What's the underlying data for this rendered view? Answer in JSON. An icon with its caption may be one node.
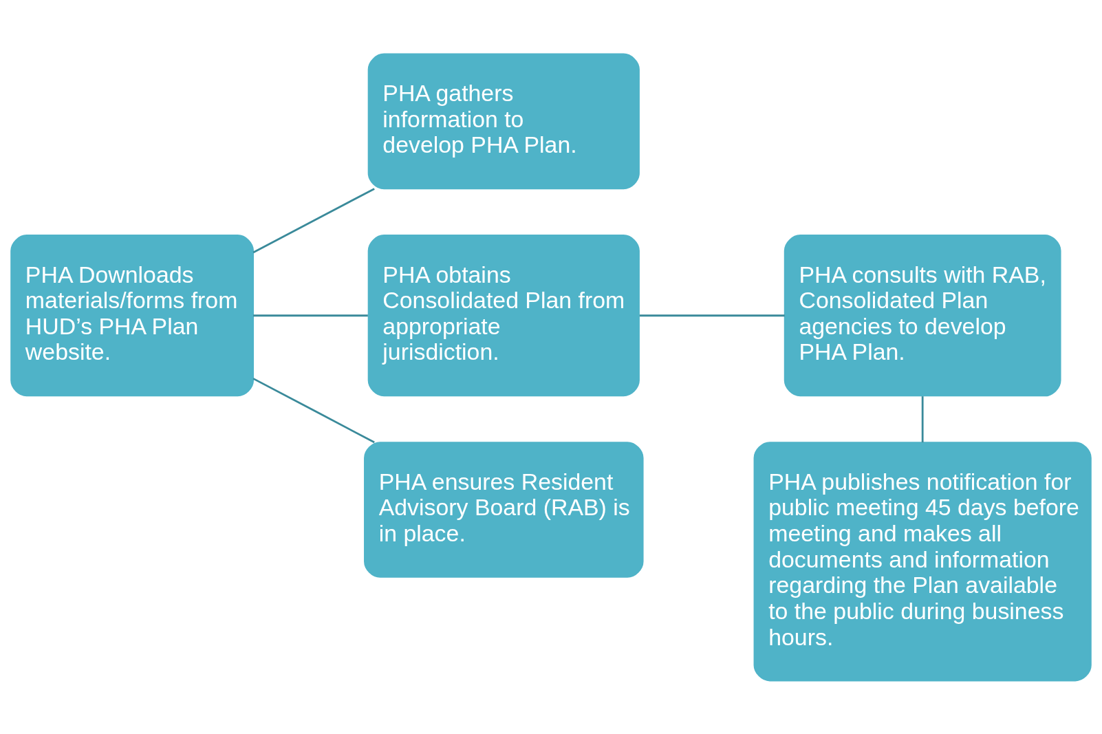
{
  "diagram": {
    "nodes": [
      {
        "text": [
          "PHA Downloads materials/forms from HUD’s PHA Plan website."
        ]
      },
      {
        "text": [
          "PHA gathers information to develop PHA Plan."
        ]
      },
      {
        "text": [
          "PHA obtains Consolidated Plan from appropriate jurisdiction."
        ]
      },
      {
        "text": [
          "PHA ensures Resident Advisory Board (RAB) is in place."
        ]
      },
      {
        "text": [
          "PHA consults with RAB, Consolidated Plan agencies to develop PHA Plan."
        ]
      },
      {
        "text": [
          "PHA publishes notification for public meeting 45 days before meeting and makes all documents and information regarding the Plan available to the public during business hours."
        ]
      }
    ],
    "edges": [
      {
        "from": 0,
        "to": 1,
        "arrow": "none"
      },
      {
        "from": 0,
        "to": 2,
        "arrow": "none"
      },
      {
        "from": 0,
        "to": 3,
        "arrow": "none"
      },
      {
        "from": 2,
        "to": 4,
        "arrow": "none"
      },
      {
        "from": 4,
        "to": 5,
        "arrow": "none"
      }
    ]
  }
}
